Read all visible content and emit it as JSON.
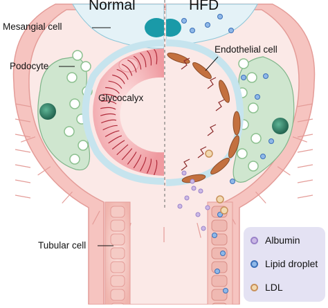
{
  "headers": {
    "left": "Normal",
    "right": "HFD"
  },
  "labels": {
    "mesangial": "Mesangial cell",
    "podocyte": "Podocyte",
    "endothelial": "Endothelial cell",
    "glycocalyx": "Glycocalyx",
    "tubular": "Tubular cell"
  },
  "legend": [
    {
      "label": "Albumin",
      "fill": "#cbb9e6",
      "ring": "#9a82c8"
    },
    {
      "label": "Lipid droplet",
      "fill": "#8fb8e8",
      "ring": "#3a6fb8"
    },
    {
      "label": "LDL",
      "fill": "#f2d9b0",
      "ring": "#c8915a"
    }
  ],
  "colors": {
    "capsule": "#f6c4c0",
    "capsule_edge": "#e49c98",
    "interior": "#fbe9e7",
    "podocyte": "#cfe6cf",
    "nucleus": "#3e8e74",
    "mesangium": "#e4f2f7",
    "mesangial_nucleus": "#1a9aa8",
    "glycocalyx": "#f3b4b4",
    "fiber": "#b02a3a",
    "endothelial": "#c3703f"
  }
}
